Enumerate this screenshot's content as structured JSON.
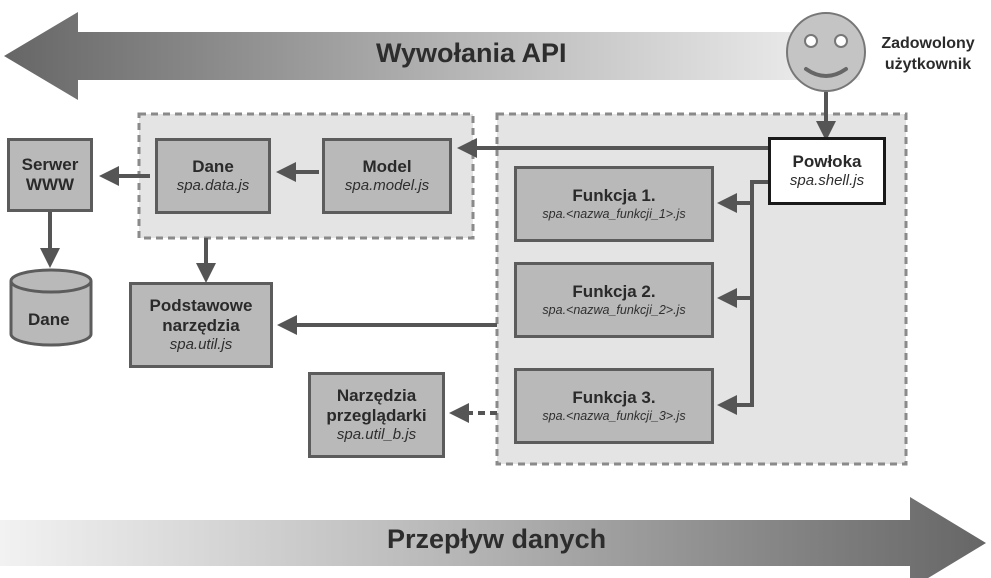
{
  "banners": {
    "top": "Wywołania API",
    "bottom": "Przepływ danych"
  },
  "user": {
    "label_line1": "Zadowolony",
    "label_line2": "użytkownik"
  },
  "boxes": {
    "server": {
      "title_line1": "Serwer",
      "title_line2": "WWW"
    },
    "database": {
      "title": "Dane"
    },
    "data": {
      "title": "Dane",
      "file": "spa.data.js"
    },
    "model": {
      "title": "Model",
      "file": "spa.model.js"
    },
    "util": {
      "title_line1": "Podstawowe",
      "title_line2": "narzędzia",
      "file": "spa.util.js"
    },
    "util_b": {
      "title_line1": "Narzędzia",
      "title_line2": "przeglądarki",
      "file": "spa.util_b.js"
    },
    "shell": {
      "title": "Powłoka",
      "file": "spa.shell.js"
    },
    "feature1": {
      "title": "Funkcja 1.",
      "file": "spa.<nazwa_funkcji_1>.js"
    },
    "feature2": {
      "title": "Funkcja 2.",
      "file": "spa.<nazwa_funkcji_2>.js"
    },
    "feature3": {
      "title": "Funkcja 3.",
      "file": "spa.<nazwa_funkcji_3>.js"
    }
  },
  "colors": {
    "box_fill": "#b9b9b9",
    "box_border": "#5c5c5c",
    "group_fill": "#e4e4e4",
    "group_border": "#8a8a8a",
    "arrow": "#555555",
    "banner_dark": "#6a6a6a",
    "banner_light": "#f0f0f0",
    "face": "#c4c4c4"
  }
}
